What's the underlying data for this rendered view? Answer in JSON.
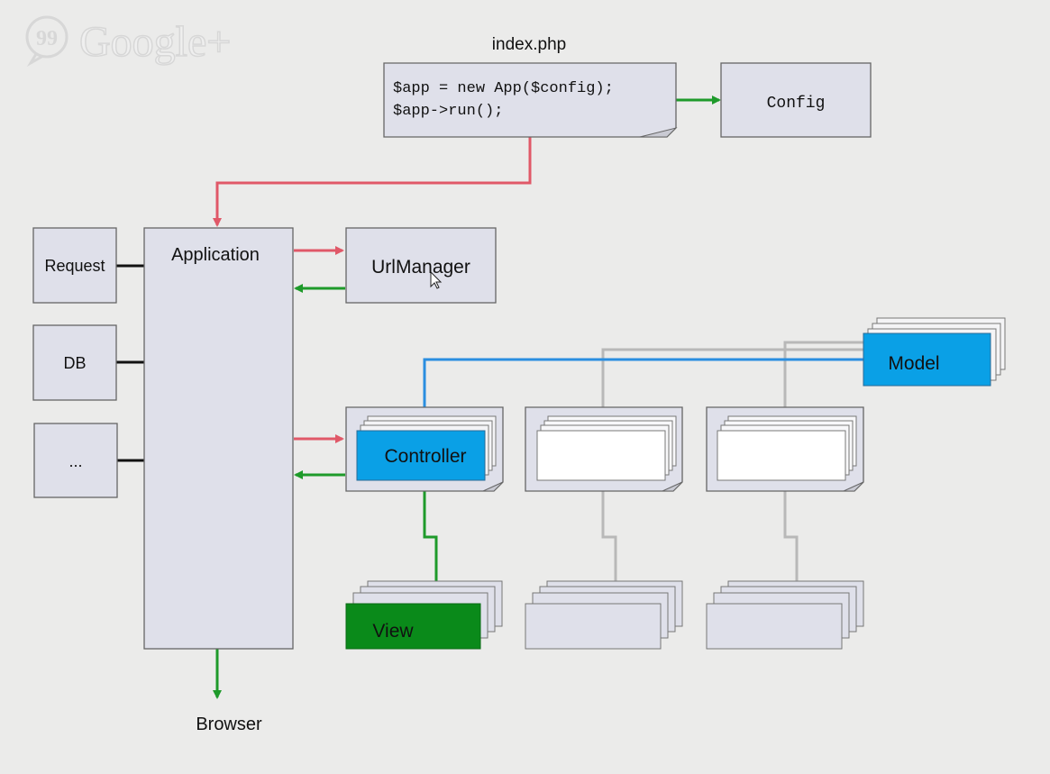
{
  "overlay": {
    "brand": "Google+",
    "brand_icon": "hangouts-quote-icon"
  },
  "diagram": {
    "file_label": "index.php",
    "code_lines": [
      "$app = new App($config);",
      "$app->run();"
    ],
    "nodes": {
      "config": "Config",
      "application": "Application",
      "request": "Request",
      "db": "DB",
      "ellipsis": "...",
      "urlmanager": "UrlManager",
      "controller": "Controller",
      "model": "Model",
      "view": "View",
      "browser": "Browser"
    },
    "colors": {
      "background": "#ebebea",
      "box_fill": "#dfe0ea",
      "accent_blue": "#0aa0e6",
      "view_green": "#0a8a1a",
      "arrow_red": "#e05868",
      "arrow_green": "#1e9a2a",
      "line_blue": "#2a8ee0",
      "line_gray": "#b8b8b8"
    }
  }
}
